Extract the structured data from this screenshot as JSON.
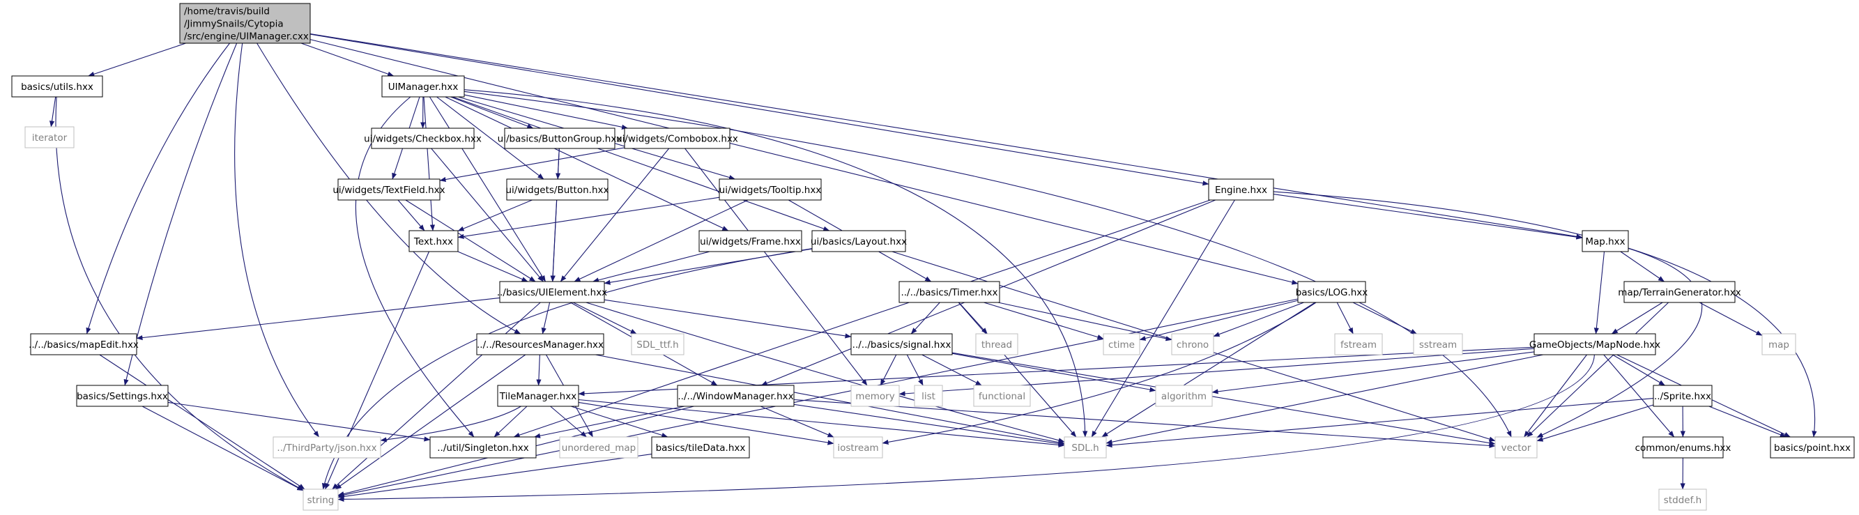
{
  "graph": {
    "colors": {
      "root_fill": "#bfbfbf",
      "node_fill": "#ffffff",
      "node_border": "#000000",
      "system_border": "#bfbfbf",
      "system_text": "#7f7f7f",
      "edge": "#191970"
    },
    "nodes": [
      {
        "id": "root",
        "label": "/home/travis/build\n/JimmySnails/Cytopia\n/src/engine/UIManager.cxx",
        "kind": "root"
      },
      {
        "id": "utils",
        "label": "basics/utils.hxx",
        "kind": "file"
      },
      {
        "id": "iterator",
        "label": "iterator",
        "kind": "system"
      },
      {
        "id": "uimgr",
        "label": "UIManager.hxx",
        "kind": "file"
      },
      {
        "id": "checkbox",
        "label": "ui/widgets/Checkbox.hxx",
        "kind": "file"
      },
      {
        "id": "btngroup",
        "label": "ui/basics/ButtonGroup.hxx",
        "kind": "file"
      },
      {
        "id": "combobox",
        "label": "ui/widgets/Combobox.hxx",
        "kind": "file"
      },
      {
        "id": "textfield",
        "label": "ui/widgets/TextField.hxx",
        "kind": "file"
      },
      {
        "id": "button",
        "label": "ui/widgets/Button.hxx",
        "kind": "file"
      },
      {
        "id": "tooltip",
        "label": "ui/widgets/Tooltip.hxx",
        "kind": "file"
      },
      {
        "id": "text",
        "label": "Text.hxx",
        "kind": "file"
      },
      {
        "id": "frame",
        "label": "ui/widgets/Frame.hxx",
        "kind": "file"
      },
      {
        "id": "layout",
        "label": "ui/basics/Layout.hxx",
        "kind": "file"
      },
      {
        "id": "uielement",
        "label": "../basics/UIElement.hxx",
        "kind": "file"
      },
      {
        "id": "timer",
        "label": "../../basics/Timer.hxx",
        "kind": "file"
      },
      {
        "id": "engine",
        "label": "Engine.hxx",
        "kind": "file"
      },
      {
        "id": "mapHxx",
        "label": "Map.hxx",
        "kind": "file"
      },
      {
        "id": "log",
        "label": "basics/LOG.hxx",
        "kind": "file"
      },
      {
        "id": "terrain",
        "label": "map/TerrainGenerator.hxx",
        "kind": "file"
      },
      {
        "id": "mapEdit",
        "label": "../../basics/mapEdit.hxx",
        "kind": "file"
      },
      {
        "id": "resmgr",
        "label": "../../ResourcesManager.hxx",
        "kind": "file"
      },
      {
        "id": "sdlttf",
        "label": "SDL_ttf.h",
        "kind": "system"
      },
      {
        "id": "signal",
        "label": "../../basics/signal.hxx",
        "kind": "file"
      },
      {
        "id": "thread",
        "label": "thread",
        "kind": "system"
      },
      {
        "id": "ctime",
        "label": "ctime",
        "kind": "system"
      },
      {
        "id": "chrono",
        "label": "chrono",
        "kind": "system"
      },
      {
        "id": "fstream",
        "label": "fstream",
        "kind": "system"
      },
      {
        "id": "sstream",
        "label": "sstream",
        "kind": "system"
      },
      {
        "id": "mapsys",
        "label": "map",
        "kind": "system"
      },
      {
        "id": "mapnode",
        "label": "GameObjects/MapNode.hxx",
        "kind": "file"
      },
      {
        "id": "settings",
        "label": "basics/Settings.hxx",
        "kind": "file"
      },
      {
        "id": "tilemgr",
        "label": "TileManager.hxx",
        "kind": "file"
      },
      {
        "id": "winmgr",
        "label": "../../WindowManager.hxx",
        "kind": "file"
      },
      {
        "id": "memory",
        "label": "memory",
        "kind": "system"
      },
      {
        "id": "list",
        "label": "list",
        "kind": "system"
      },
      {
        "id": "functional",
        "label": "functional",
        "kind": "system"
      },
      {
        "id": "algorithm",
        "label": "algorithm",
        "kind": "system"
      },
      {
        "id": "sprite",
        "label": "../Sprite.hxx",
        "kind": "file"
      },
      {
        "id": "json",
        "label": "../ThirdParty/json.hxx",
        "kind": "system"
      },
      {
        "id": "singleton",
        "label": "../util/Singleton.hxx",
        "kind": "file"
      },
      {
        "id": "unordered",
        "label": "unordered_map",
        "kind": "system"
      },
      {
        "id": "tiledata",
        "label": "basics/tileData.hxx",
        "kind": "file"
      },
      {
        "id": "iostream",
        "label": "iostream",
        "kind": "system"
      },
      {
        "id": "sdlh",
        "label": "SDL.h",
        "kind": "system"
      },
      {
        "id": "vector",
        "label": "vector",
        "kind": "system"
      },
      {
        "id": "enums",
        "label": "common/enums.hxx",
        "kind": "file"
      },
      {
        "id": "point",
        "label": "basics/point.hxx",
        "kind": "file"
      },
      {
        "id": "stringsys",
        "label": "string",
        "kind": "system"
      },
      {
        "id": "stddef",
        "label": "stddef.h",
        "kind": "system"
      }
    ],
    "edges": [
      [
        "root",
        "utils"
      ],
      [
        "root",
        "uimgr"
      ],
      [
        "root",
        "engine"
      ],
      [
        "root",
        "log"
      ],
      [
        "root",
        "mapHxx"
      ],
      [
        "root",
        "mapEdit"
      ],
      [
        "root",
        "settings"
      ],
      [
        "root",
        "json"
      ],
      [
        "root",
        "resmgr"
      ],
      [
        "utils",
        "iterator"
      ],
      [
        "utils",
        "stringsys"
      ],
      [
        "uimgr",
        "checkbox"
      ],
      [
        "uimgr",
        "btngroup"
      ],
      [
        "uimgr",
        "combobox"
      ],
      [
        "uimgr",
        "textfield"
      ],
      [
        "uimgr",
        "button"
      ],
      [
        "uimgr",
        "tooltip"
      ],
      [
        "uimgr",
        "text"
      ],
      [
        "uimgr",
        "frame"
      ],
      [
        "uimgr",
        "layout"
      ],
      [
        "uimgr",
        "uielement"
      ],
      [
        "uimgr",
        "singleton"
      ],
      [
        "uimgr",
        "sdlh"
      ],
      [
        "uimgr",
        "vector"
      ],
      [
        "checkbox",
        "uielement"
      ],
      [
        "btngroup",
        "button"
      ],
      [
        "btngroup",
        "uielement"
      ],
      [
        "combobox",
        "textfield"
      ],
      [
        "combobox",
        "uielement"
      ],
      [
        "combobox",
        "memory"
      ],
      [
        "textfield",
        "text"
      ],
      [
        "textfield",
        "uielement"
      ],
      [
        "button",
        "text"
      ],
      [
        "button",
        "uielement"
      ],
      [
        "tooltip",
        "text"
      ],
      [
        "tooltip",
        "uielement"
      ],
      [
        "tooltip",
        "timer"
      ],
      [
        "text",
        "uielement"
      ],
      [
        "text",
        "stringsys"
      ],
      [
        "frame",
        "uielement"
      ],
      [
        "layout",
        "uielement"
      ],
      [
        "layout",
        "vector"
      ],
      [
        "layout",
        "stringsys"
      ],
      [
        "uielement",
        "mapEdit"
      ],
      [
        "uielement",
        "resmgr"
      ],
      [
        "uielement",
        "sdlttf"
      ],
      [
        "uielement",
        "signal"
      ],
      [
        "uielement",
        "winmgr"
      ],
      [
        "uielement",
        "sdlh"
      ],
      [
        "uielement",
        "stringsys"
      ],
      [
        "timer",
        "signal"
      ],
      [
        "timer",
        "thread"
      ],
      [
        "timer",
        "ctime"
      ],
      [
        "timer",
        "chrono"
      ],
      [
        "timer",
        "sdlh"
      ],
      [
        "engine",
        "mapHxx"
      ],
      [
        "engine",
        "winmgr"
      ],
      [
        "engine",
        "point"
      ],
      [
        "engine",
        "sdlh"
      ],
      [
        "engine",
        "singleton"
      ],
      [
        "mapHxx",
        "terrain"
      ],
      [
        "mapHxx",
        "mapnode"
      ],
      [
        "mapHxx",
        "vector"
      ],
      [
        "terrain",
        "mapnode"
      ],
      [
        "terrain",
        "mapsys"
      ],
      [
        "terrain",
        "vector"
      ],
      [
        "log",
        "ctime"
      ],
      [
        "log",
        "chrono"
      ],
      [
        "log",
        "fstream"
      ],
      [
        "log",
        "sstream"
      ],
      [
        "log",
        "iostream"
      ],
      [
        "log",
        "sdlh"
      ],
      [
        "log",
        "stringsys"
      ],
      [
        "mapEdit",
        "stringsys"
      ],
      [
        "resmgr",
        "tilemgr"
      ],
      [
        "resmgr",
        "unordered"
      ],
      [
        "resmgr",
        "sdlh"
      ],
      [
        "resmgr",
        "stringsys"
      ],
      [
        "signal",
        "memory"
      ],
      [
        "signal",
        "list"
      ],
      [
        "signal",
        "functional"
      ],
      [
        "signal",
        "algorithm"
      ],
      [
        "signal",
        "vector"
      ],
      [
        "mapnode",
        "sprite"
      ],
      [
        "mapnode",
        "tilemgr"
      ],
      [
        "mapnode",
        "memory"
      ],
      [
        "mapnode",
        "algorithm"
      ],
      [
        "mapnode",
        "vector"
      ],
      [
        "mapnode",
        "sdlh"
      ],
      [
        "mapnode",
        "point"
      ],
      [
        "mapnode",
        "enums"
      ],
      [
        "mapnode",
        "stringsys"
      ],
      [
        "settings",
        "singleton"
      ],
      [
        "settings",
        "stringsys"
      ],
      [
        "tilemgr",
        "json"
      ],
      [
        "tilemgr",
        "singleton"
      ],
      [
        "tilemgr",
        "unordered"
      ],
      [
        "tilemgr",
        "tiledata"
      ],
      [
        "tilemgr",
        "iostream"
      ],
      [
        "tilemgr",
        "sdlh"
      ],
      [
        "winmgr",
        "singleton"
      ],
      [
        "winmgr",
        "iostream"
      ],
      [
        "winmgr",
        "sdlh"
      ],
      [
        "winmgr",
        "vector"
      ],
      [
        "winmgr",
        "stringsys"
      ],
      [
        "sprite",
        "sdlh"
      ],
      [
        "sprite",
        "vector"
      ],
      [
        "sprite",
        "point"
      ],
      [
        "sprite",
        "enums"
      ],
      [
        "tiledata",
        "stringsys"
      ],
      [
        "enums",
        "stddef"
      ]
    ]
  }
}
